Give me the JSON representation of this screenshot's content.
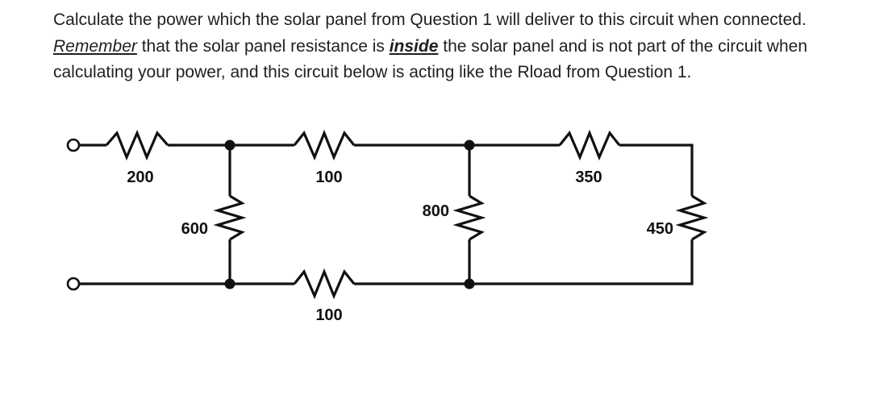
{
  "question": {
    "part1": "Calculate the power which the solar panel from Question 1 will deliver to this circuit when connected. ",
    "remember": "Remember",
    "part2": " that the solar panel resistance is ",
    "inside": "inside",
    "part3": " the solar panel and is not part of the circuit when calculating your power, and this circuit below is acting like the Rload from Question 1."
  },
  "circuit": {
    "resistors": [
      {
        "id": "r-series-top-left",
        "value": "200"
      },
      {
        "id": "r-shunt-left",
        "value": "600"
      },
      {
        "id": "r-series-top-middle",
        "value": "100"
      },
      {
        "id": "r-series-bottom-middle",
        "value": "100"
      },
      {
        "id": "r-shunt-middle",
        "value": "800"
      },
      {
        "id": "r-series-top-right",
        "value": "350"
      },
      {
        "id": "r-shunt-right",
        "value": "450"
      }
    ]
  }
}
